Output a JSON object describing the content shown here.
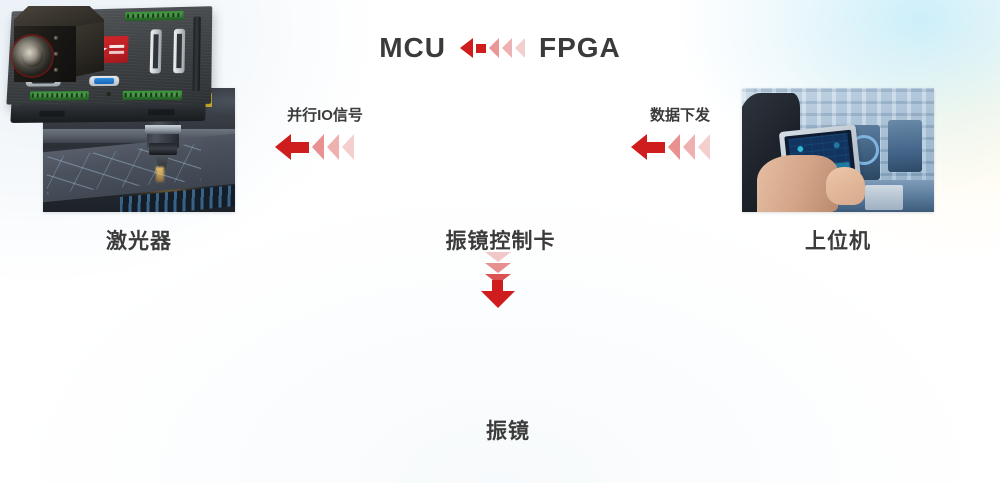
{
  "diagram": {
    "title_row": {
      "left_text": "MCU",
      "right_text": "FPGA",
      "arrow_direction": "left",
      "arrow_color": "#cf1d1d"
    },
    "nodes": [
      {
        "id": "laser",
        "label": "激光器",
        "image_alt": "laser-cutting-machine-photo"
      },
      {
        "id": "galvo-control-card",
        "label": "振镜控制卡",
        "image_alt": "galvo-controller-card-photo"
      },
      {
        "id": "host-computer",
        "label": "上位机",
        "image_alt": "operator-with-tablet-photo"
      },
      {
        "id": "galvo-scanner",
        "label": "振镜",
        "image_alt": "galvo-scanner-head-photo"
      }
    ],
    "connections": [
      {
        "id": "card-to-laser",
        "label": "并行IO信号",
        "direction": "left",
        "color": "#cf1d1d",
        "fade_color": "#e88b8b"
      },
      {
        "id": "host-to-card",
        "label": "数据下发",
        "direction": "left",
        "color": "#cf1d1d",
        "fade_color": "#e88b8b"
      },
      {
        "id": "card-to-galvo",
        "label": "",
        "direction": "down",
        "color": "#cf1d1d",
        "fade_color": "#e79a9a"
      }
    ],
    "colors": {
      "background_start": "#eef3f7",
      "background_end": "#ffffff",
      "text": "#3b3b3b",
      "accent_red": "#cf1d1d",
      "accent_red_fade": "#e88b8b",
      "terminal_green": "#2f7d2f",
      "db9_blue": "#1565b8"
    }
  }
}
